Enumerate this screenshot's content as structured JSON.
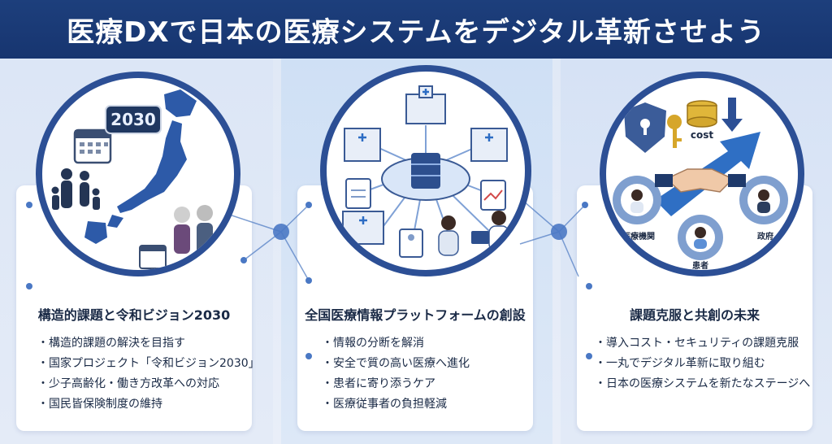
{
  "title": "医療DXで日本の医療システムをデジタル革新させよう",
  "panels": [
    {
      "heading": "構造的課題と令和ビジョン2030",
      "items": [
        "構造的課題の解決を目指す",
        "国家プロジェクト「令和ビジョン2030」",
        "少子高齢化・働き方改革への対応",
        "国民皆保険制度の維持"
      ],
      "clock": "2030"
    },
    {
      "heading": "全国医療情報プラットフォームの創設",
      "items": [
        "情報の分断を解消",
        "安全で質の高い医療へ進化",
        "患者に寄り添うケア",
        "医療従事者の負担軽減"
      ]
    },
    {
      "heading": "課題克服と共創の未来",
      "items": [
        "導入コスト・セキュリティの課題克服",
        "一丸でデジタル革新に取り組む",
        "日本の医療システムを新たなステージへ"
      ],
      "labels": {
        "cost": "cost",
        "medical": "医療機関",
        "government": "政府",
        "patient": "患者"
      }
    }
  ],
  "colors": {
    "navy": "#1d3f7c",
    "ring": "#2c4f95",
    "accent": "#4a78c4"
  }
}
